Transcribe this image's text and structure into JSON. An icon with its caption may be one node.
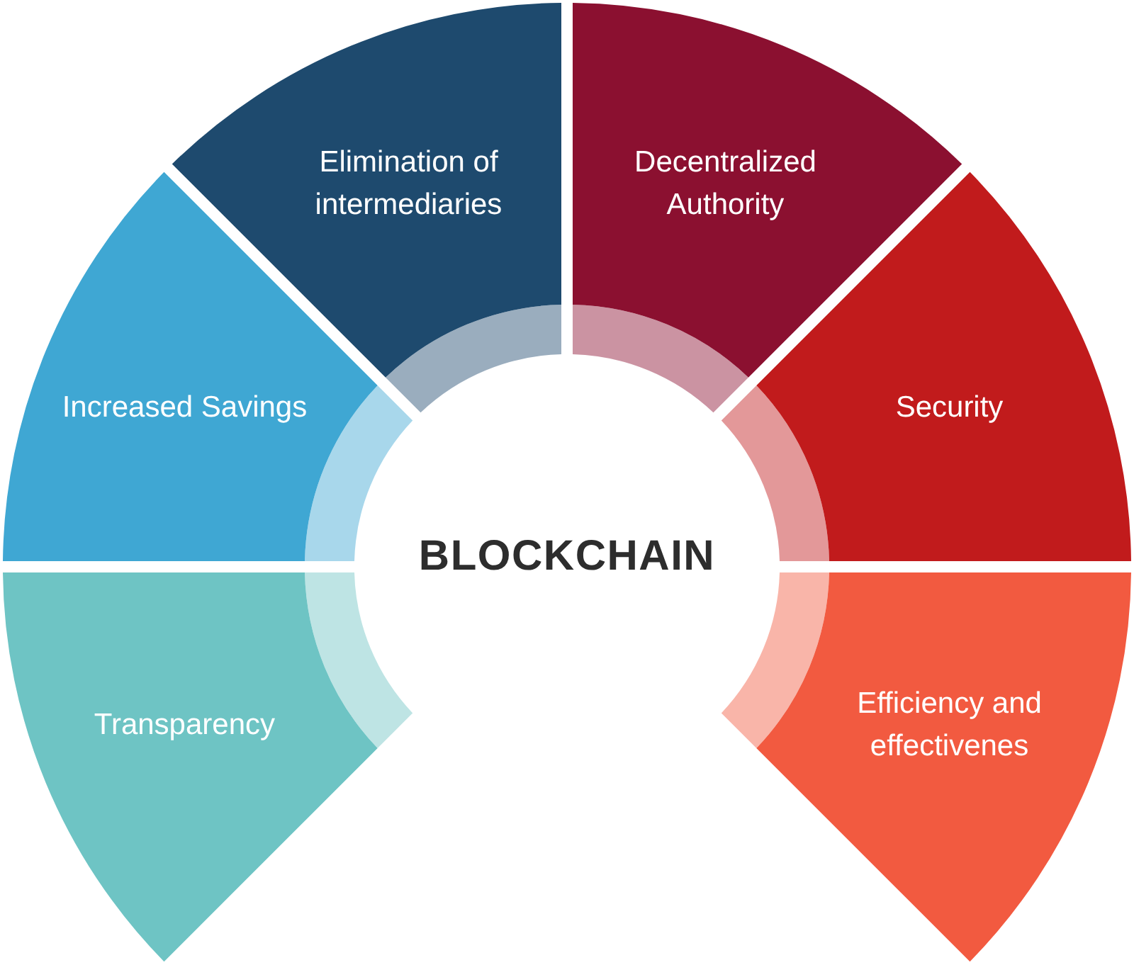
{
  "diagram": {
    "nodes": [
      {
        "text": [
          "Elimination of intermediaries"
        ]
      },
      {
        "text": [
          "Decentralized Authority"
        ]
      },
      {
        "text": [
          "Increased Savings"
        ]
      },
      {
        "text": [
          "Security"
        ]
      },
      {
        "text": [
          "BLOCKCHAIN"
        ]
      },
      {
        "text": [
          "Transparency"
        ]
      },
      {
        "text": [
          "Efficiency and effectivenes"
        ]
      }
    ]
  }
}
